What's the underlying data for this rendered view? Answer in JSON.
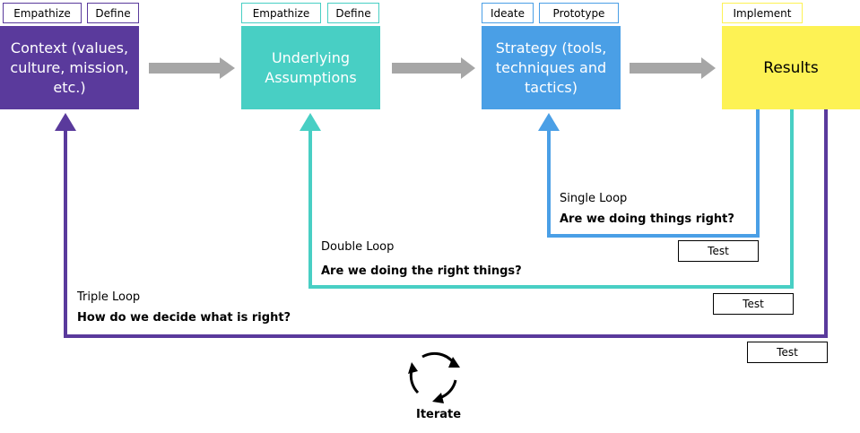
{
  "colors": {
    "context": "#5a3a9c",
    "assumptions": "#48cfc4",
    "strategy": "#4a9fe6",
    "results": "#fdf254",
    "arrow_gray": "#a6a6a6",
    "triple_loop": "#5a3a9c",
    "double_loop": "#48cfc4",
    "single_loop": "#4a9fe6"
  },
  "stages": [
    {
      "text": "Context (values, culture, mission, etc.)",
      "tags": [
        "Empathize",
        "Define"
      ]
    },
    {
      "text": "Underlying Assumptions",
      "tags": [
        "Empathize",
        "Define"
      ]
    },
    {
      "text": "Strategy (tools, techniques and tactics)",
      "tags": [
        "Ideate",
        "Prototype"
      ]
    },
    {
      "text": "Results",
      "tags": [
        "Implement"
      ]
    }
  ],
  "loops": {
    "single": {
      "title": "Single Loop",
      "question": "Are we doing things right?",
      "test": "Test"
    },
    "double": {
      "title": "Double Loop",
      "question": "Are we doing the right things?",
      "test": "Test"
    },
    "triple": {
      "title": "Triple Loop",
      "question": "How do we decide what is right?",
      "test": "Test"
    }
  },
  "iterate": {
    "label": "Iterate",
    "icon": "cycle-arrows-icon"
  }
}
